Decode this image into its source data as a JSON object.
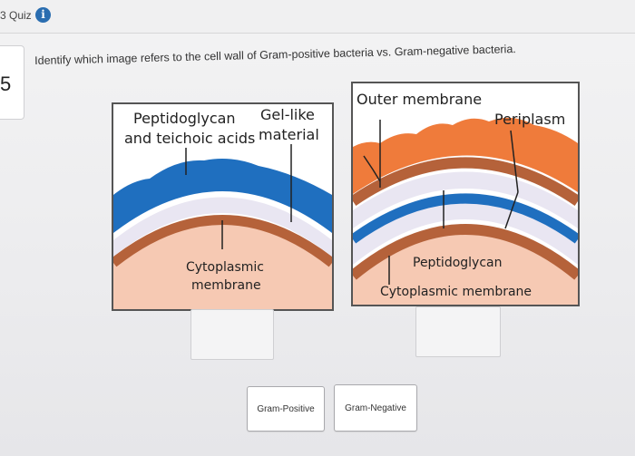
{
  "header": {
    "quiz_label": "3 Quiz",
    "info_icon": "info-icon"
  },
  "left_tab": {
    "number": "5"
  },
  "question": "Identify which image refers to the cell wall of Gram-positive bacteria vs. Gram-negative bacteria.",
  "gram_positive_panel": {
    "label_peptidoglycan": "Peptidoglycan",
    "label_teichoic": "and teichoic acids",
    "label_gel_like": "Gel-like",
    "label_material": "material",
    "label_cytoplasmic": "Cytoplasmic",
    "label_membrane": "membrane"
  },
  "gram_negative_panel": {
    "label_outer_membrane": "Outer membrane",
    "label_periplasm": "Periplasm",
    "label_peptidoglycan": "Peptidoglycan",
    "label_cytoplasmic_membrane": "Cytoplasmic membrane"
  },
  "answer_choices": [
    {
      "label": "Gram-Positive"
    },
    {
      "label": "Gram-Negative"
    }
  ],
  "colors": {
    "blue": "#1f6fbf",
    "orange": "#ef7b3b",
    "brown": "#b5623a",
    "peach": "#f6c9b3",
    "lavender": "#e9e6f2"
  }
}
